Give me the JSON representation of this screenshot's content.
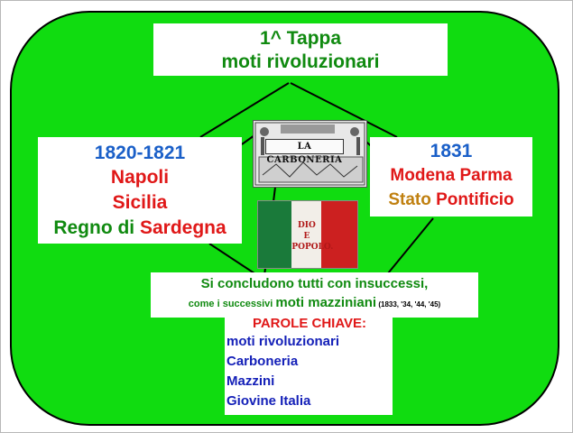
{
  "title": {
    "line1": "1^ Tappa",
    "line2": "moti rivoluzionari"
  },
  "left": {
    "year": "1820-1821",
    "line1": "Napoli",
    "line2": "Sicilia",
    "line3_a": "Regno di ",
    "line3_b": "Sardegna"
  },
  "right": {
    "year": "1831",
    "line1": "Modena Parma",
    "line2_a": "Stato ",
    "line2_b": "Pontificio"
  },
  "conclusion": {
    "line1": "Si concludono tutti con insuccessi,",
    "line2_prefix": "come i successivi ",
    "line2_main": "moti mazziniani",
    "line2_years": " (1833, '34, '44, '45)"
  },
  "keywords": {
    "heading": "PAROLE CHIAVE:",
    "items": [
      "moti rivoluzionari",
      "Carboneria",
      "Mazzini",
      "Giovine Italia"
    ]
  },
  "images": {
    "carboneria_label": "LA CARBONERIA",
    "flag_line1": "DIO",
    "flag_line2": "E",
    "flag_line3": "POPOLO."
  },
  "colors": {
    "background": "#10dc10",
    "title_green": "#108a10",
    "year_blue": "#1a5fc8",
    "red": "#e01818",
    "gold": "#c08010",
    "keyword_blue": "#1420b8"
  }
}
